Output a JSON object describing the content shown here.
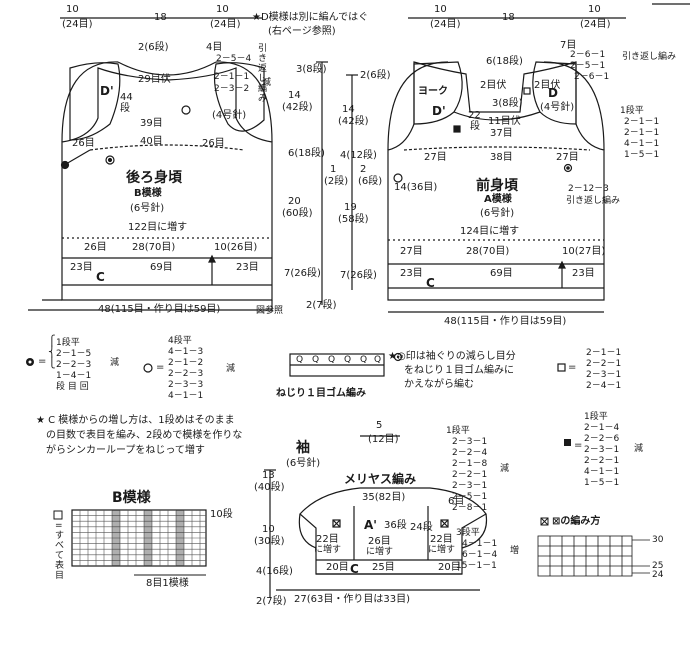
{
  "top_widths": {
    "left": [
      "10",
      "(24目)"
    ],
    "middle": "18",
    "right": [
      "10",
      "(24目)"
    ]
  },
  "d_note": [
    "★D模様は別に編んではぐ",
    "(右ページ参照)"
  ],
  "back": {
    "title": "後ろ身頃",
    "pattern": "B模様",
    "needle": "(6号針)",
    "piece_d": "D'",
    "row_44": [
      "44",
      "段"
    ],
    "st_2_6": "2(6段)",
    "st_29": "29目伏",
    "st_4me": "4目",
    "dec_a": "2－5－4",
    "dec_b": "2－1－1",
    "dec_c": "2－3－2",
    "dec_gen": "減",
    "short_rows": "引き返し編み",
    "needle_4": "(4号針)",
    "st_39": "39目",
    "st_40": "40目",
    "st_26l": "26目",
    "st_26r": "26目",
    "inc_122": "122目に増す",
    "b26": "26目",
    "b28": "28(70目)",
    "b10": "10(26目)",
    "r23l": "23目",
    "r69": "69目",
    "r23r": "23目",
    "c": "C",
    "bottom": "48(115目・作り目は59目)",
    "ref": "図参照"
  },
  "center": {
    "h1": "3(8段)",
    "h2": [
      "14",
      "(42段)"
    ],
    "h3": "6(18段)",
    "h4": [
      "20",
      "(60段)"
    ],
    "h5": "7(26段)",
    "h6": "2(7段)",
    "r1": "2(6段)",
    "r2": [
      "14",
      "(42段)"
    ],
    "r3": "4(12段)",
    "r4": [
      "1",
      "(2段)"
    ],
    "r5": [
      "2",
      "(6段)"
    ],
    "r6": [
      "19",
      "(58段)"
    ],
    "r7": "7(26段)"
  },
  "front": {
    "title": "前身頃",
    "pattern": "A模様",
    "needle": "(6号針)",
    "yoke": "ヨーク",
    "piece_d": "D'",
    "piece_d2": "D",
    "st_6": "6(18段)",
    "st_2a": "2目伏",
    "st_2b": "2目伏",
    "st_3": "3(8段)",
    "row_22": [
      "22",
      "段"
    ],
    "st_11": "11目伏",
    "st_37": "37目",
    "st_7": "7目",
    "dec_a": "2－6－1",
    "dec_b": "2－5－1",
    "dec_c": "2－6－1",
    "short_rows": "引き返し編み",
    "needle_4": "(4号針)",
    "seq_title": "1段平",
    "seq": [
      "2－1－1",
      "2－1－1",
      "4－1－1",
      "1－5－1"
    ],
    "st_27l": "27目",
    "st_38": "38目",
    "st_27r": "27目",
    "st_14": "14(36目)",
    "sr": [
      "2－12－3",
      "引き返し編み"
    ],
    "inc_124": "124目に増す",
    "b27l": "27目",
    "b28": "28(70目)",
    "b10": "10(27目)",
    "r23l": "23目",
    "r69": "69目",
    "r23r": "23目",
    "c": "C",
    "bottom": "48(115目・作り目は59目)"
  },
  "dec_left": {
    "lines": [
      "1段平",
      "2－1－5",
      "2－2－3",
      "1－4－1"
    ],
    "foot": "段 目 回",
    "gen": "減"
  },
  "dec_mid": {
    "lines": [
      "4段平",
      "4－1－3",
      "2－1－2",
      "2－2－3",
      "2－3－3",
      "4－1－1"
    ],
    "gen": "減"
  },
  "rib": {
    "cells": [
      "Q",
      "Q",
      "Q",
      "Q",
      "Q",
      "Q"
    ],
    "label": "ねじり１目ゴム編み"
  },
  "note_dot": [
    "★◎印は袖ぐりの減らし目分",
    "をねじり１目ゴム編みに",
    "かえながら編む"
  ],
  "dec_box": {
    "lines": [
      "2－1－1",
      "2－2－1",
      "2－3－1",
      "2－4－1"
    ]
  },
  "note_c": [
    "★ C 模様からの増し方は、1段めはそのまま",
    "の目数で表目を編み、2段めで模様を作りな",
    "がらシンカーループをねじって増す"
  ],
  "dec_sq": {
    "lines": [
      "1段平",
      "2－1－4",
      "2－2－6",
      "2－3－1",
      "2－2－1",
      "4－1－1",
      "1－5－1"
    ],
    "gen": "減"
  },
  "sleeve": {
    "title": "袖",
    "needle": "(6号針)",
    "stst": "メリヤス編み",
    "top": [
      "5",
      "(12目)"
    ],
    "st_35": "35(82目)",
    "st_6": "6目",
    "piece": "A'",
    "row_36": "36段",
    "inc_l": [
      "22目",
      "に増す"
    ],
    "inc_c": [
      "26目",
      "に増す"
    ],
    "inc_r": [
      "22目",
      "に増す"
    ],
    "st_24": "24段",
    "b20l": "20目",
    "b25": "25目",
    "b20r": "20目",
    "c": "C",
    "bottom": "27(63目・作り目は33目)",
    "h1": [
      "13",
      "(40段)"
    ],
    "h2": [
      "10",
      "(30段)"
    ],
    "h3": "4(16段)",
    "h4": "2(7段)",
    "dec": [
      "1段平",
      "2－3－1",
      "2－2－4",
      "2－1－8",
      "2－2－1",
      "2－3－1",
      "2－5－1",
      "2－8－1"
    ],
    "dec_gen": "減",
    "inc": [
      "3段平",
      "4－1－1",
      "6－1－4",
      "15－1－1"
    ],
    "inc_gen": "増"
  },
  "b_pattern": {
    "title": "B模様",
    "rows": "10段",
    "repeat": "8目1模様",
    "legend": [
      "□",
      "=",
      "す",
      "べ",
      "て",
      "表",
      "目"
    ]
  },
  "x_pattern": {
    "title": "⊠の編み方",
    "r30": "30",
    "r25": "25",
    "r24": "24"
  }
}
